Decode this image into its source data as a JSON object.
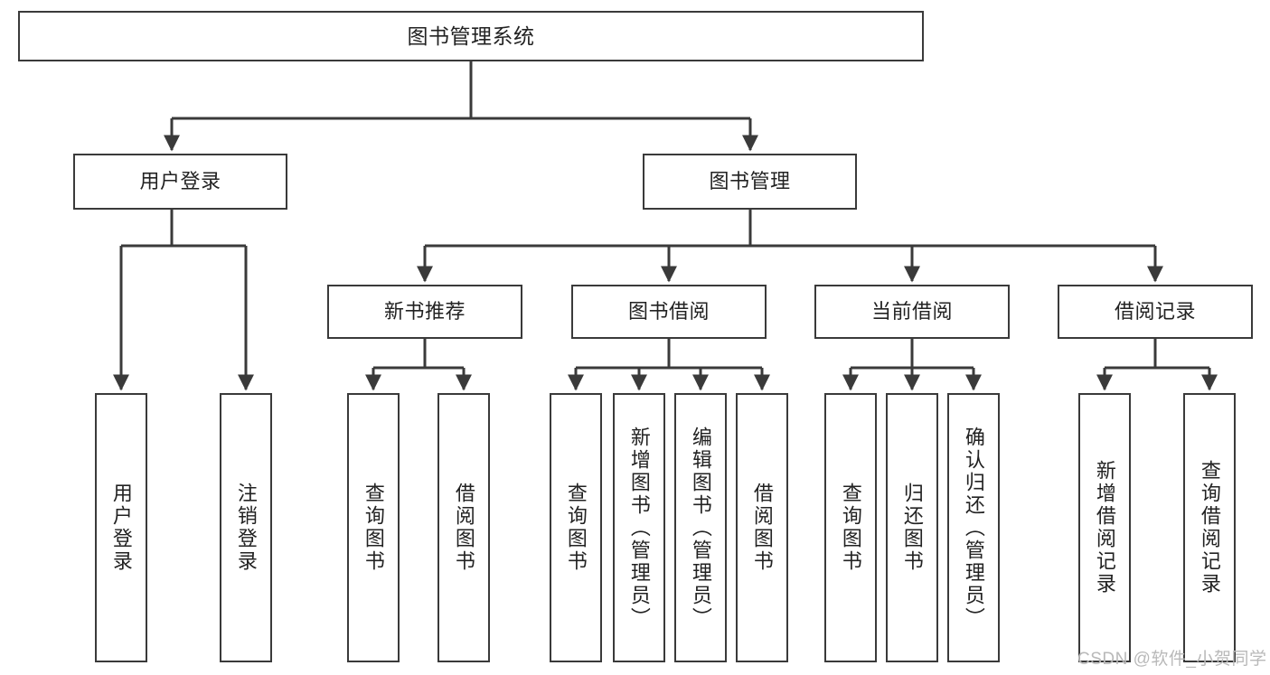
{
  "diagram": {
    "title": "图书管理系统",
    "type": "tree",
    "watermark": "CSDN @软件_小贺同学",
    "line_color": "#3a3a3a",
    "box_fill": "#ffffff",
    "text_color": "#222222",
    "nodes": {
      "root": {
        "label": "图书管理系统",
        "orientation": "horizontal"
      },
      "level2": [
        {
          "id": "user-login",
          "label": "用户登录",
          "orientation": "horizontal"
        },
        {
          "id": "book-manage",
          "label": "图书管理",
          "orientation": "horizontal"
        }
      ],
      "level3": [
        {
          "id": "new-book-recommend",
          "label": "新书推荐",
          "orientation": "horizontal"
        },
        {
          "id": "book-borrow",
          "label": "图书借阅",
          "orientation": "horizontal"
        },
        {
          "id": "current-borrow",
          "label": "当前借阅",
          "orientation": "horizontal"
        },
        {
          "id": "borrow-record",
          "label": "借阅记录",
          "orientation": "horizontal"
        }
      ],
      "leaves": {
        "user-login": [
          {
            "id": "leaf-user-login",
            "label": "用户登录",
            "orientation": "vertical"
          },
          {
            "id": "leaf-logout-login",
            "label": "注销登录",
            "orientation": "vertical"
          }
        ],
        "new-book-recommend": [
          {
            "id": "leaf-query-book-1",
            "label": "查询图书",
            "orientation": "vertical"
          },
          {
            "id": "leaf-borrow-book-1",
            "label": "借阅图书",
            "orientation": "vertical"
          }
        ],
        "book-borrow": [
          {
            "id": "leaf-query-book-2",
            "label": "查询图书",
            "orientation": "vertical"
          },
          {
            "id": "leaf-add-book",
            "label": "新增图书（管理员）",
            "orientation": "vertical"
          },
          {
            "id": "leaf-edit-book",
            "label": "编辑图书（管理员）",
            "orientation": "vertical"
          },
          {
            "id": "leaf-borrow-book-2",
            "label": "借阅图书",
            "orientation": "vertical"
          }
        ],
        "current-borrow": [
          {
            "id": "leaf-query-book-3",
            "label": "查询图书",
            "orientation": "vertical"
          },
          {
            "id": "leaf-return-book",
            "label": "归还图书",
            "orientation": "vertical"
          },
          {
            "id": "leaf-confirm-return",
            "label": "确认归还（管理员）",
            "orientation": "vertical"
          }
        ],
        "borrow-record": [
          {
            "id": "leaf-add-borrow-record",
            "label": "新增借阅记录",
            "orientation": "vertical"
          },
          {
            "id": "leaf-query-borrow-record",
            "label": "查询借阅记录",
            "orientation": "vertical"
          }
        ]
      }
    }
  }
}
